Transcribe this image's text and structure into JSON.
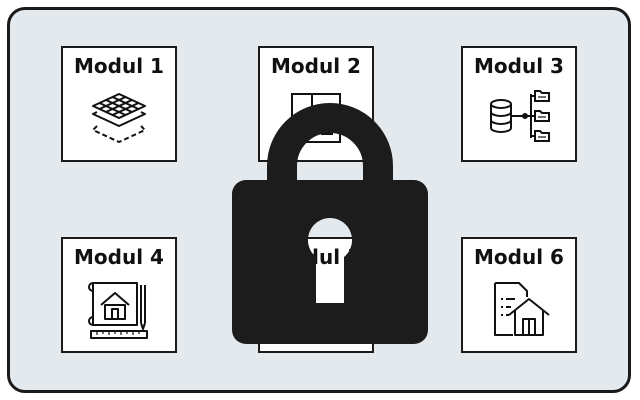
{
  "modules": [
    {
      "label": "Modul 1",
      "icon": "layers-grid-icon",
      "locked": false
    },
    {
      "label": "Modul 2",
      "icon": "floor-plan-icon",
      "locked": true
    },
    {
      "label": "Modul 3",
      "icon": "database-tree-icon",
      "locked": false
    },
    {
      "label": "Modul 4",
      "icon": "blueprint-house-icon",
      "locked": false
    },
    {
      "label": "Modul 5",
      "icon": "hand-icon",
      "locked": true
    },
    {
      "label": "Modul 6",
      "icon": "house-document-icon",
      "locked": false
    }
  ],
  "overlay": {
    "icon": "padlock-icon",
    "color": "#1c1c1c"
  },
  "colors": {
    "panel": "#e4e9ee",
    "border": "#1a1a1a",
    "tile": "#ffffff"
  }
}
